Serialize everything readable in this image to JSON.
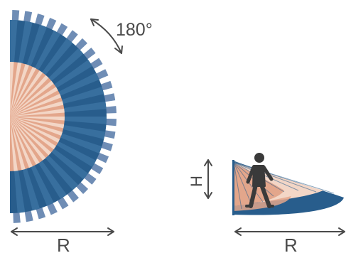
{
  "top_view": {
    "angle_label": "180°",
    "range_label": "R"
  },
  "side_view": {
    "height_label": "H",
    "range_label": "R"
  },
  "colors": {
    "dark_blue": "#285d8c",
    "mid_blue": "#386f9e",
    "outer_tick_blue": "#6f8db5",
    "salmon": "#e3a68b",
    "pale_salmon": "#f3d6c6",
    "figure": "#3a3a3a",
    "arrow": "#4a4a4a"
  }
}
